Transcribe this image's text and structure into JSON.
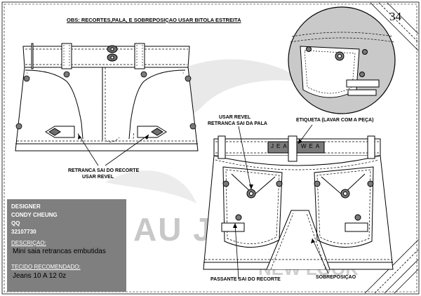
{
  "page_number": "34",
  "obs_note": "OBS: RECORTES,PALA, E SOBREPOSIÇAO USAR BITOLA ESTREITA",
  "watermark": {
    "text_1": "AU JE",
    "text_2": "NEW LOOK"
  },
  "callouts": {
    "retranca_recorte": [
      "RETRANCA SAI DO RECORTE",
      "USAR REVEL"
    ],
    "usar_revel_pala": [
      "USAR REVEL",
      "RETRANCA SAI DA PALA"
    ],
    "etiqueta": "ETIQUETA (LAVAR COM A PEÇA)",
    "passante": "PASSANTE SAI DO RECORTE",
    "sobreposicao": "SOBREPOSIÇAO"
  },
  "label_patch_text": [
    "JEA",
    "WEA"
  ],
  "info": {
    "designer_label": "DESIGNER",
    "designer_name": "CONDY CHEUNG",
    "qq_label": "QQ",
    "qq_number": "32107730",
    "descricao_label": "DESCRIÇAO:",
    "descricao_value": "Mini saia retrancas embutidas",
    "tecido_label": "TECIDO RECOMENDADO:",
    "tecido_value": "Jeans 10 A 12 0z"
  },
  "colors": {
    "infobox": "#7f7f7f",
    "detail_circle": "#c9c9c9",
    "label_patch": "#7a7a7a"
  }
}
